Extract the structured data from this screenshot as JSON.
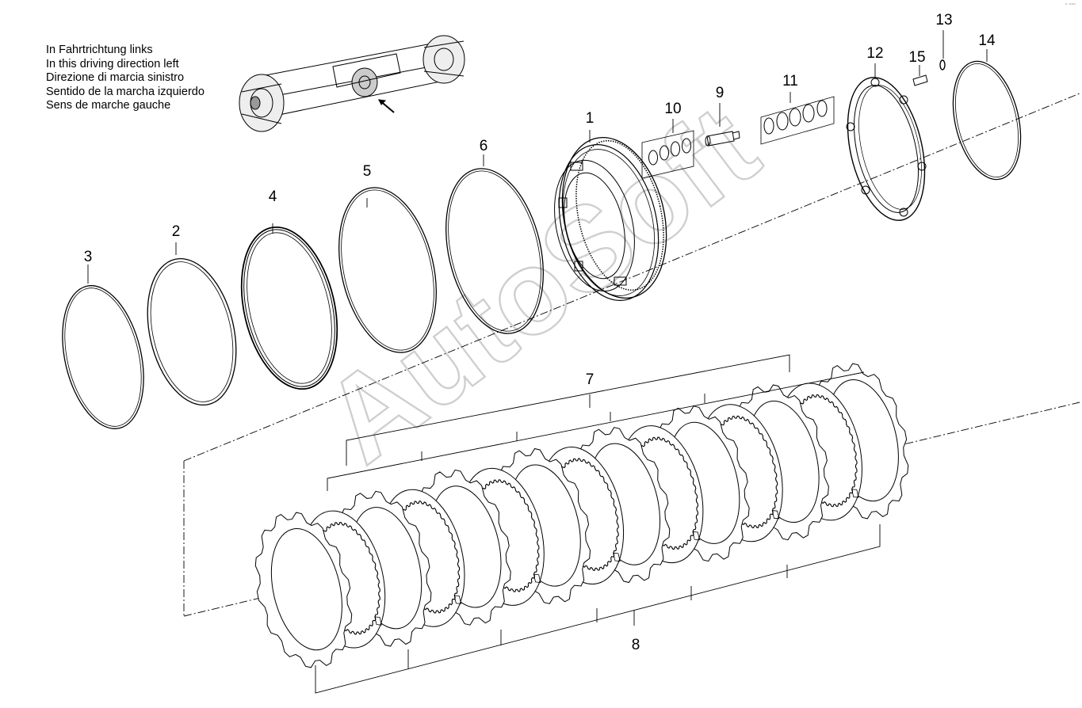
{
  "caption": [
    "In Fahrtrichtung links",
    "In this driving direction left",
    "Direzione di marcia sinistro",
    "Sentido de la marcha izquierdo",
    "Sens de marche gauche"
  ],
  "watermark": "AutoSoft",
  "corner_mark": "° °°°",
  "parts": [
    {
      "id": "1",
      "name": "piston"
    },
    {
      "id": "2",
      "name": "ring"
    },
    {
      "id": "3",
      "name": "ring"
    },
    {
      "id": "4",
      "name": "ring"
    },
    {
      "id": "5",
      "name": "ring"
    },
    {
      "id": "6",
      "name": "ring"
    },
    {
      "id": "7",
      "name": "inner-disc-set"
    },
    {
      "id": "8",
      "name": "outer-disc-set"
    },
    {
      "id": "9",
      "name": "pin"
    },
    {
      "id": "10",
      "name": "circlip-set"
    },
    {
      "id": "11",
      "name": "washer-set"
    },
    {
      "id": "12",
      "name": "cover-plate"
    },
    {
      "id": "13",
      "name": "o-ring"
    },
    {
      "id": "14",
      "name": "retaining-ring"
    },
    {
      "id": "15",
      "name": "pin"
    }
  ],
  "colors": {
    "line": "#000000",
    "watermark": "#cfcfcf"
  }
}
